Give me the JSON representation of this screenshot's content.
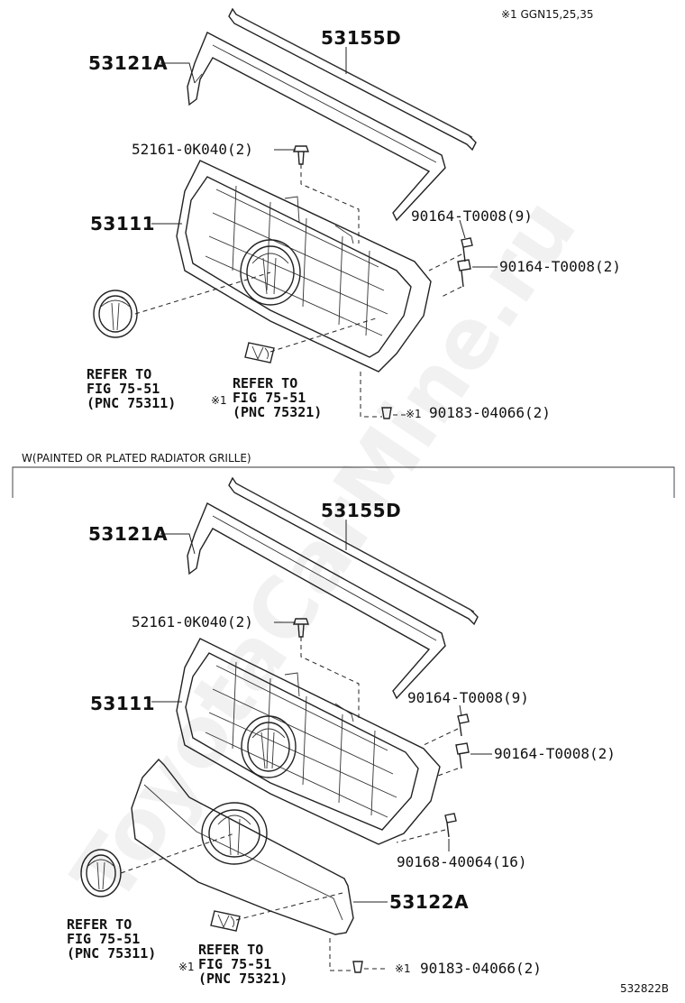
{
  "note_top": "※1 GGN15,25,35",
  "section_heading": "W(PAINTED OR PLATED RADIATOR GRILLE)",
  "diagram_code": "532822B",
  "watermark": "ToyotaCarMine.ru",
  "top": {
    "p53155D": "53155D",
    "p53121A": "53121A",
    "p52161": "52161-0K040(2)",
    "p53111": "53111",
    "p90164a": "90164-T0008(9)",
    "p90164b": "90164-T0008(2)",
    "p90183": "90183-04066(2)",
    "note_mark": "※1",
    "note_mark_b": "※1",
    "ref_emblem": [
      "REFER TO",
      "FIG 75-51",
      "(PNC 75311)"
    ],
    "ref_v6": [
      "REFER TO",
      "FIG 75-51",
      "(PNC 75321)"
    ]
  },
  "bottom": {
    "p53155D": "53155D",
    "p53121A": "53121A",
    "p52161": "52161-0K040(2)",
    "p53111": "53111",
    "p90164a": "90164-T0008(9)",
    "p90164b": "90164-T0008(2)",
    "p90168": "90168-40064(16)",
    "p53122A": "53122A",
    "p90183": "90183-04066(2)",
    "note_mark": "※1",
    "note_mark_b": "※1",
    "ref_emblem": [
      "REFER TO",
      "FIG 75-51",
      "(PNC 75311)"
    ],
    "ref_v6": [
      "REFER TO",
      "FIG 75-51",
      "(PNC 75321)"
    ]
  }
}
